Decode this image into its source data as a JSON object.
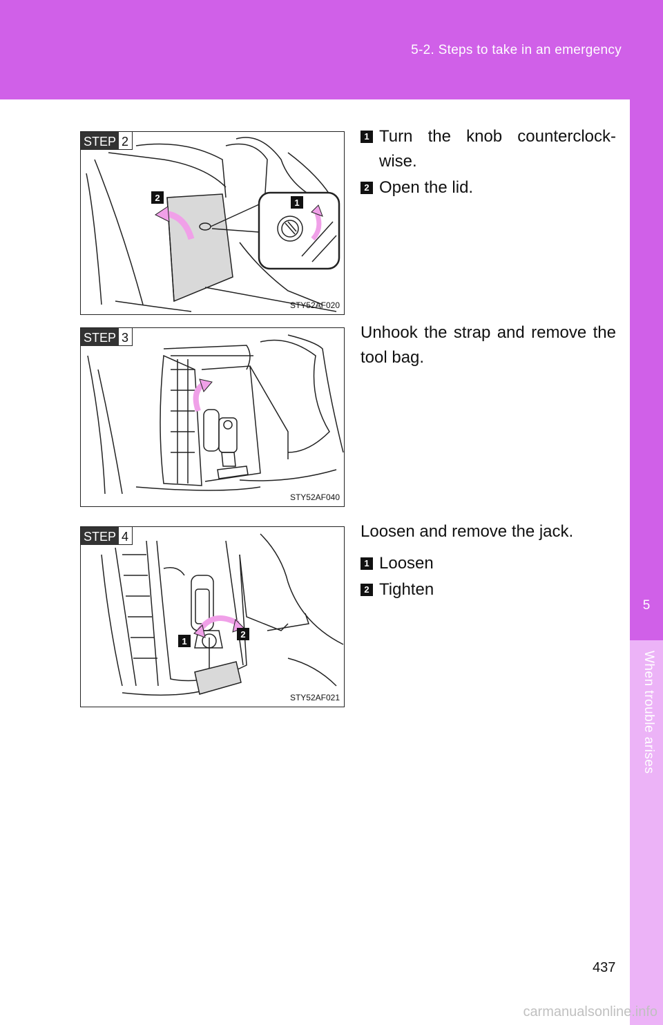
{
  "header": {
    "section_title": "5-2. Steps to take in an emergency"
  },
  "side_tab": {
    "chapter_number": "5",
    "chapter_title": "When trouble arises"
  },
  "steps": [
    {
      "badge_word": "STEP",
      "badge_number": "2",
      "figure_code": "STY52AF020",
      "callouts": [
        "2",
        "1"
      ],
      "items": [
        {
          "num": "1",
          "text": "Turn the knob counterclock-wise."
        },
        {
          "num": "2",
          "text": "Open the lid."
        }
      ]
    },
    {
      "badge_word": "STEP",
      "badge_number": "3",
      "figure_code": "STY52AF040",
      "instruction": "Unhook the strap and remove the tool bag."
    },
    {
      "badge_word": "STEP",
      "badge_number": "4",
      "figure_code": "STY52AF021",
      "callouts": [
        "1",
        "2"
      ],
      "instruction": "Loosen and remove the jack.",
      "items": [
        {
          "num": "1",
          "text": "Loosen"
        },
        {
          "num": "2",
          "text": "Tighten"
        }
      ]
    }
  ],
  "footer": {
    "page_number": "437",
    "watermark": "carmanualsonline.info"
  },
  "colors": {
    "header": "#d060e8",
    "side_tab_light": "#ecb3f7",
    "arrow_pink": "#f0a0e8"
  }
}
